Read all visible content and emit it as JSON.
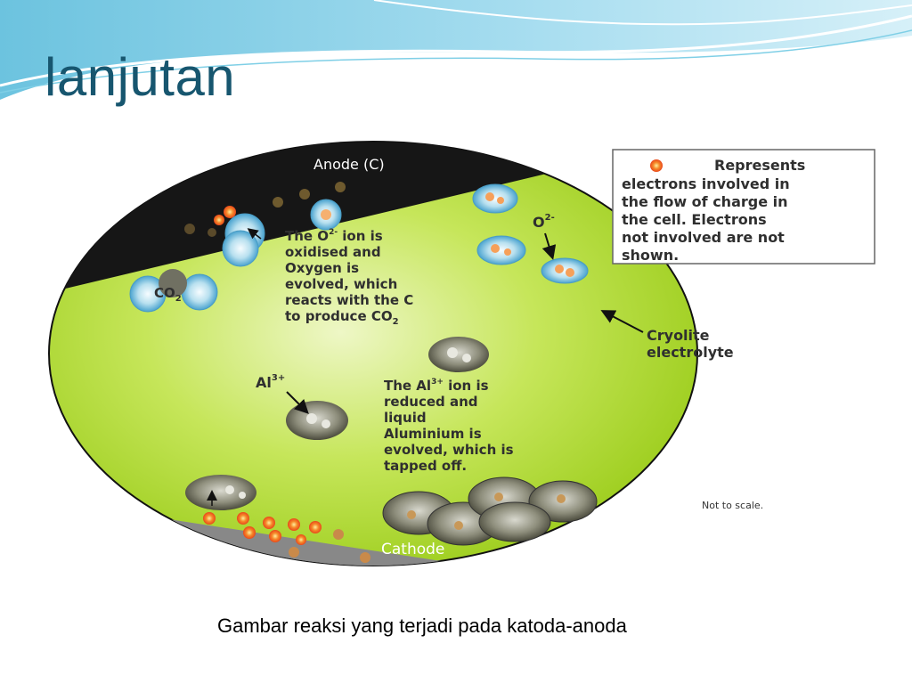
{
  "slide": {
    "title": "lanjutan",
    "caption": "Gambar reaksi yang terjadi pada katoda-anoda"
  },
  "diagram": {
    "anode_label": "Anode (C)",
    "cathode_label": "Cathode",
    "legend_lines": [
      "Represents",
      "electrons involved in",
      "the flow of charge in",
      "the cell.  Electrons",
      "not involved are not",
      "shown."
    ],
    "oxygen_ion_label": "O",
    "oxygen_ion_charge": "2-",
    "oxygen_note": [
      "The O",
      "oxidised and",
      "Oxygen is",
      "evolved, which",
      "reacts with the C",
      "to produce CO"
    ],
    "oxygen_note_sup": "2-",
    "oxygen_note_rest": " ion is",
    "co2_label": "CO",
    "co2_sub": "2",
    "cryolite_lines": [
      "Cryolite",
      "electrolyte"
    ],
    "al_ion_label": "Al",
    "al_ion_charge": "3+",
    "al_note": [
      "The Al",
      "reduced and",
      "liquid",
      "Aluminium is",
      "evolved, which is",
      "tapped off."
    ],
    "al_note_sup": "3+",
    "al_note_rest": " ion is",
    "scale_note": "Not to scale.",
    "colors": {
      "electrolyte": "#b5dc2c",
      "anode": "#151515",
      "cathode": "#9a9a9a",
      "electron": "#f26b1d",
      "title": "#17566f"
    }
  }
}
